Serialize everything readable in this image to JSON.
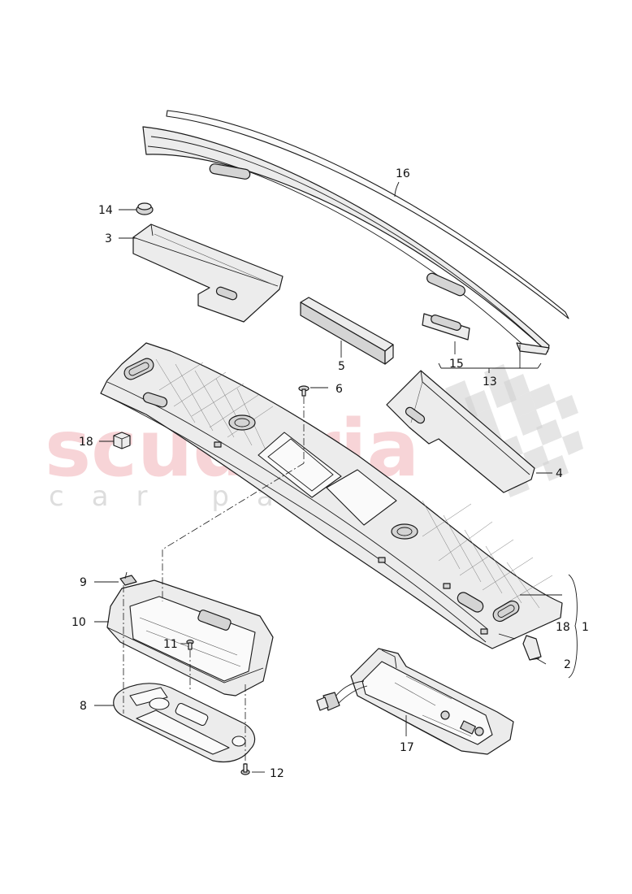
{
  "watermark": {
    "brand": "scuderia",
    "tagline": "car parts"
  },
  "callouts": {
    "p1": "1",
    "p2": "2",
    "p3": "3",
    "p4": "4",
    "p5": "5",
    "p6": "6",
    "p8": "8",
    "p9": "9",
    "p10": "10",
    "p11": "11",
    "p12": "12",
    "p13": "13",
    "p14": "14",
    "p15": "15",
    "p16": "16",
    "p17": "17",
    "p18a": "18",
    "p18b": "18"
  }
}
